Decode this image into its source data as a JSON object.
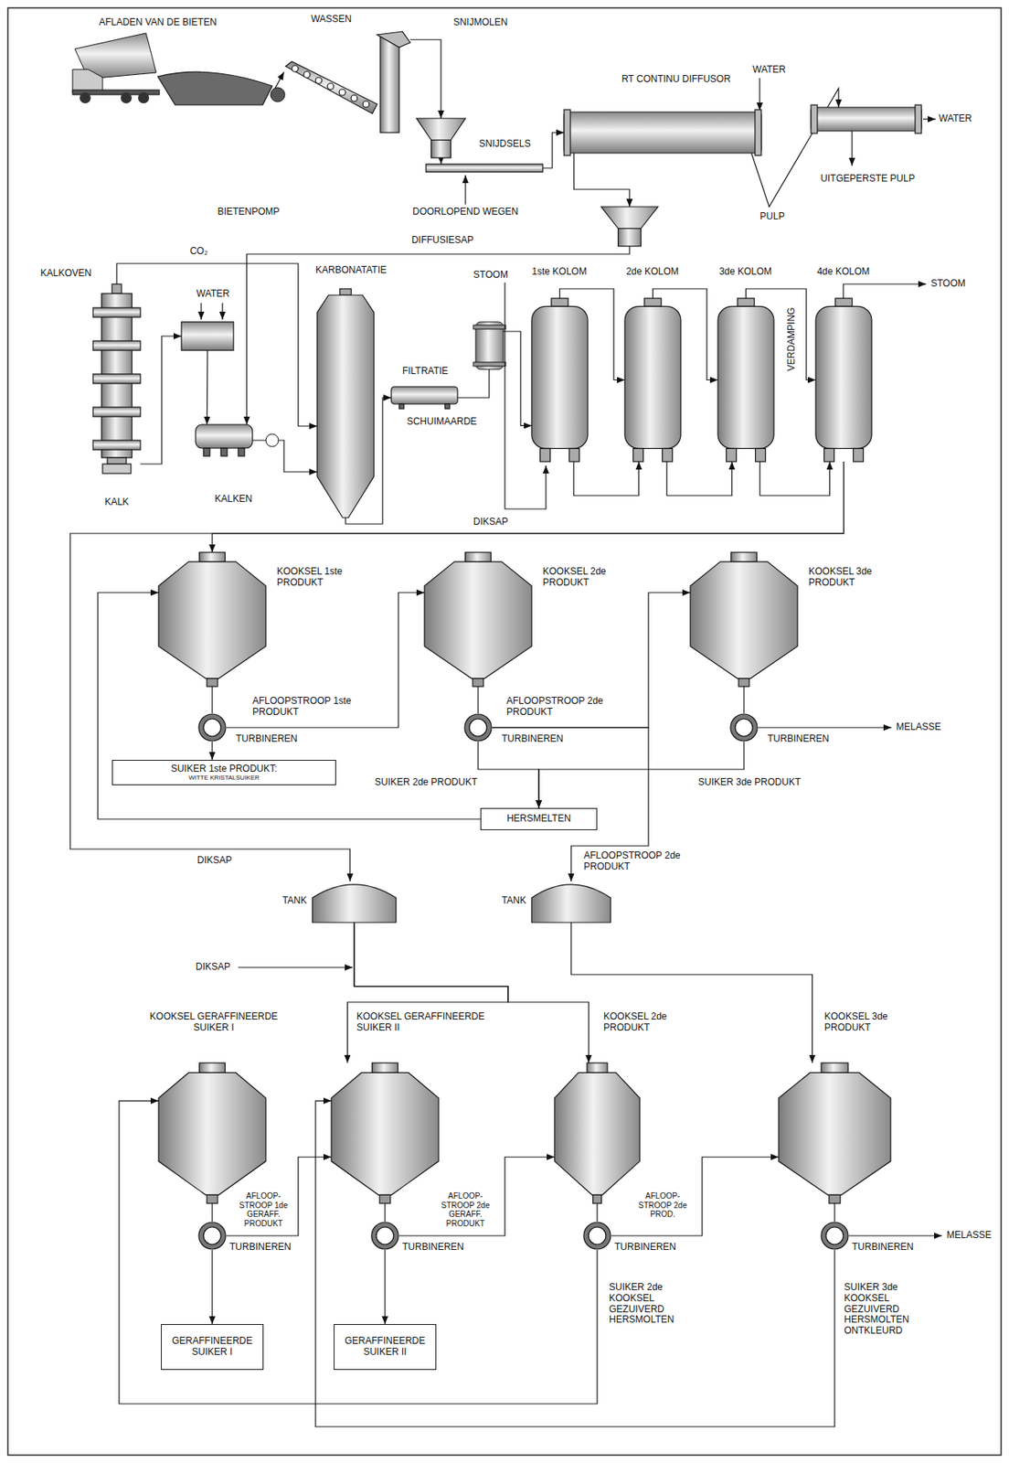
{
  "diagram": {
    "nodes": [
      {
        "text": [
          "AFLADEN VAN DE BIETEN"
        ]
      },
      {
        "text": [
          "WASSEN"
        ]
      },
      {
        "text": [
          "SNIJMOLEN"
        ]
      },
      {
        "text": [
          "SNIJDSELS"
        ]
      },
      {
        "text": [
          "RT CONTINU DIFFUSOR"
        ]
      },
      {
        "text": [
          "UITGEPERSTE PULP"
        ]
      },
      {
        "text": [
          "DIFFUSIESAP"
        ]
      },
      {
        "text": [
          "KALKOVEN"
        ]
      },
      {
        "text": [
          "WATER"
        ]
      },
      {
        "text": [
          "KALKEN"
        ]
      },
      {
        "text": [
          "KARBONATATIE"
        ]
      },
      {
        "text": [
          "FILTRATIE"
        ]
      },
      {
        "text": [
          "1ste KOLOM"
        ]
      },
      {
        "text": [
          "2de KOLOM"
        ]
      },
      {
        "text": [
          "3de KOLOM"
        ]
      },
      {
        "text": [
          "4de KOLOM"
        ]
      },
      {
        "text": [
          "KOOKSEL 1ste PRODUKT"
        ]
      },
      {
        "text": [
          "TURBINEREN"
        ]
      },
      {
        "text": [
          "SUIKER 1ste PRODUKT:",
          "WITTE KRISTALSUIKER"
        ]
      },
      {
        "text": [
          "KOOKSEL 2de PRODUKT"
        ]
      },
      {
        "text": [
          "TURBINEREN"
        ]
      },
      {
        "text": [
          "HERSMELTEN"
        ]
      },
      {
        "text": [
          "KOOKSEL 3de PRODUKT"
        ]
      },
      {
        "text": [
          "TURBINEREN"
        ]
      },
      {
        "text": [
          "TANK"
        ]
      },
      {
        "text": [
          "TANK"
        ]
      },
      {
        "text": [
          "KOOKSEL GERAFFINEERDE SUIKER I"
        ]
      },
      {
        "text": [
          "TURBINEREN"
        ]
      },
      {
        "text": [
          "GERAFFINEERDE SUIKER I"
        ]
      },
      {
        "text": [
          "KOOKSEL GERAFFINEERDE SUIKER II"
        ]
      },
      {
        "text": [
          "TURBINEREN"
        ]
      },
      {
        "text": [
          "GERAFFINEERDE SUIKER II"
        ]
      },
      {
        "text": [
          "KOOKSEL 2de PRODUKT"
        ]
      },
      {
        "text": [
          "TURBINEREN"
        ]
      },
      {
        "text": [
          "KOOKSEL 3de PRODUKT"
        ]
      },
      {
        "text": [
          "TURBINEREN"
        ]
      }
    ],
    "edges": [
      {
        "from": 0,
        "to": 1,
        "arrow": "to"
      },
      {
        "from": 1,
        "to": 2,
        "arrow": "to"
      },
      {
        "from": 2,
        "to": 3,
        "arrow": "to"
      },
      {
        "from": 3,
        "to": 4,
        "arrow": "to"
      },
      {
        "from": 4,
        "to": 5,
        "label": "PULP",
        "arrow": "to"
      },
      {
        "from": 4,
        "to": 6,
        "arrow": "to"
      },
      {
        "from": 6,
        "to": 9,
        "arrow": "to"
      },
      {
        "from": 7,
        "to": 10,
        "label": "CO₂",
        "arrow": "to"
      },
      {
        "from": 7,
        "to": 8,
        "arrow": "to"
      },
      {
        "from": 8,
        "to": 9,
        "arrow": "to"
      },
      {
        "from": 9,
        "to": 10,
        "arrow": "to"
      },
      {
        "from": 10,
        "to": 11,
        "arrow": "to"
      },
      {
        "from": 11,
        "to": 12,
        "arrow": "to"
      },
      {
        "from": 12,
        "to": 13,
        "arrow": "to"
      },
      {
        "from": 13,
        "to": 14,
        "arrow": "to"
      },
      {
        "from": 14,
        "to": 15,
        "arrow": "to"
      },
      {
        "from": 12,
        "to": 13,
        "arrow": "to"
      },
      {
        "from": 13,
        "to": 14,
        "arrow": "to"
      },
      {
        "from": 14,
        "to": 15,
        "arrow": "to"
      },
      {
        "from": 15,
        "to": 16,
        "label": "DIKSAP",
        "arrow": "to"
      },
      {
        "from": 15,
        "to": 24,
        "label": "DIKSAP",
        "arrow": "to"
      },
      {
        "from": 16,
        "to": 17,
        "arrow": "none"
      },
      {
        "from": 17,
        "to": 18,
        "arrow": "to"
      },
      {
        "from": 17,
        "to": 19,
        "label": "AFLOOPSTROOP 1ste PRODUKT",
        "arrow": "to"
      },
      {
        "from": 19,
        "to": 20,
        "arrow": "none"
      },
      {
        "from": 20,
        "to": 21,
        "arrow": "to"
      },
      {
        "from": 20,
        "to": 22,
        "label": "AFLOOPSTROOP 2de PRODUKT",
        "arrow": "to"
      },
      {
        "from": 20,
        "to": 25,
        "arrow": "to"
      },
      {
        "from": 22,
        "to": 23,
        "arrow": "none"
      },
      {
        "from": 23,
        "to": 21,
        "arrow": "to"
      },
      {
        "from": 21,
        "to": 16,
        "arrow": "to"
      },
      {
        "from": 24,
        "to": 29,
        "arrow": "to"
      },
      {
        "from": 24,
        "to": 32,
        "arrow": "to"
      },
      {
        "from": 25,
        "to": 34,
        "arrow": "to"
      },
      {
        "from": 26,
        "to": 27,
        "arrow": "none"
      },
      {
        "from": 27,
        "to": 28,
        "arrow": "to"
      },
      {
        "from": 27,
        "to": 29,
        "label": "AFLOOP- STROOP 1de GERAFF. PRODUKT",
        "arrow": "to"
      },
      {
        "from": 29,
        "to": 30,
        "arrow": "none"
      },
      {
        "from": 30,
        "to": 31,
        "arrow": "to"
      },
      {
        "from": 30,
        "to": 32,
        "label": "AFLOOP- STROOP 2de GERAFF. PRODUKT",
        "arrow": "to"
      },
      {
        "from": 32,
        "to": 33,
        "arrow": "none"
      },
      {
        "from": 33,
        "to": 34,
        "label": "AFLOOP- STROOP 2de PROD.",
        "arrow": "to"
      },
      {
        "from": 33,
        "to": 26,
        "arrow": "to"
      },
      {
        "from": 34,
        "to": 35,
        "arrow": "none"
      },
      {
        "from": 35,
        "to": 29,
        "arrow": "to"
      }
    ],
    "labels": [
      "BIETENPOMP",
      "DOORLOPEND WEGEN",
      "WATER",
      "WATER",
      "KALK",
      "SCHUIMAARDE",
      "STOOM",
      "STOOM",
      "VERDAMPING",
      "MELASSE",
      "SUIKER 2de PRODUKT",
      "SUIKER 3de PRODUKT",
      "DIKSAP",
      "AFLOOPSTROOP 2de PRODUKT",
      "MELASSE",
      "SUIKER 2de KOOKSEL GEZUIVERD HERSMOLTEN",
      "SUIKER 3de KOOKSEL GEZUIVERD HERSMOLTEN ONTKLEURD"
    ]
  }
}
